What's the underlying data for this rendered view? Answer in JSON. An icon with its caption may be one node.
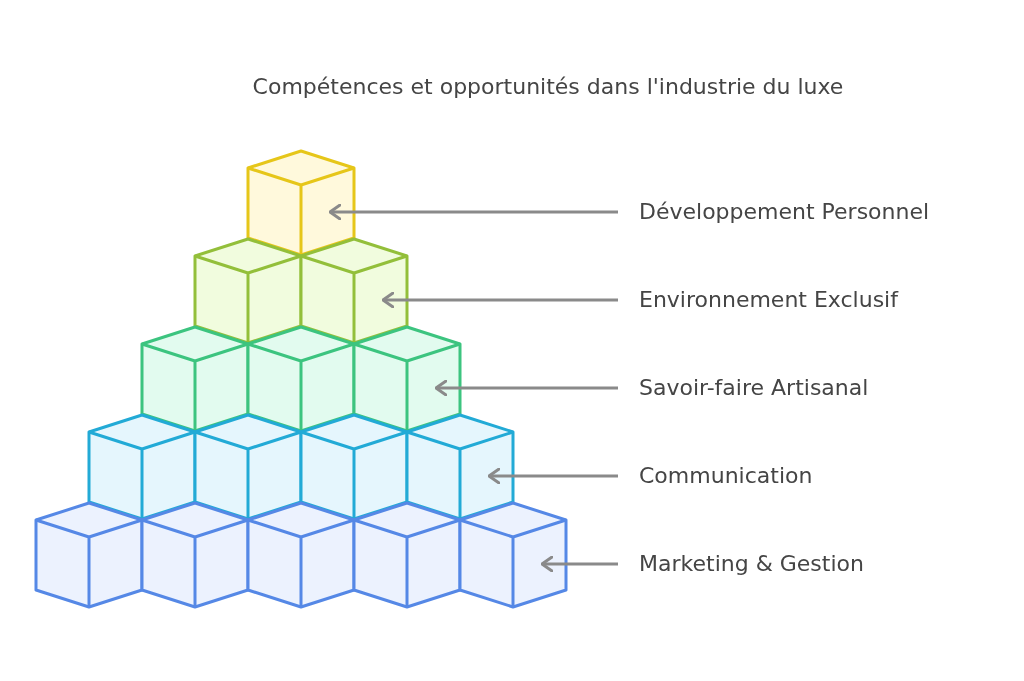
{
  "diagram": {
    "title": "Compétences et opportunités dans l'industrie du luxe",
    "nodes": [
      {
        "text": [],
        "shape": "cube"
      },
      {
        "text": [
          "Développement Personnel"
        ]
      },
      {
        "text": [],
        "shape": "cube"
      },
      {
        "text": [
          "Environnement Exclusif"
        ]
      },
      {
        "text": [],
        "shape": "cube"
      },
      {
        "text": [
          "Savoir-faire Artisanal"
        ]
      },
      {
        "text": [],
        "shape": "cube"
      },
      {
        "text": [
          "Communication"
        ]
      },
      {
        "text": [],
        "shape": "cube"
      },
      {
        "text": [
          "Marketing & Gestion"
        ]
      }
    ],
    "edges": [
      {
        "from": 1,
        "to": 0,
        "arrow": "to"
      },
      {
        "from": 3,
        "to": 2,
        "arrow": "to"
      },
      {
        "from": 5,
        "to": 4,
        "arrow": "to"
      },
      {
        "from": 7,
        "to": 6,
        "arrow": "to"
      },
      {
        "from": 9,
        "to": 8,
        "arrow": "to"
      }
    ]
  }
}
